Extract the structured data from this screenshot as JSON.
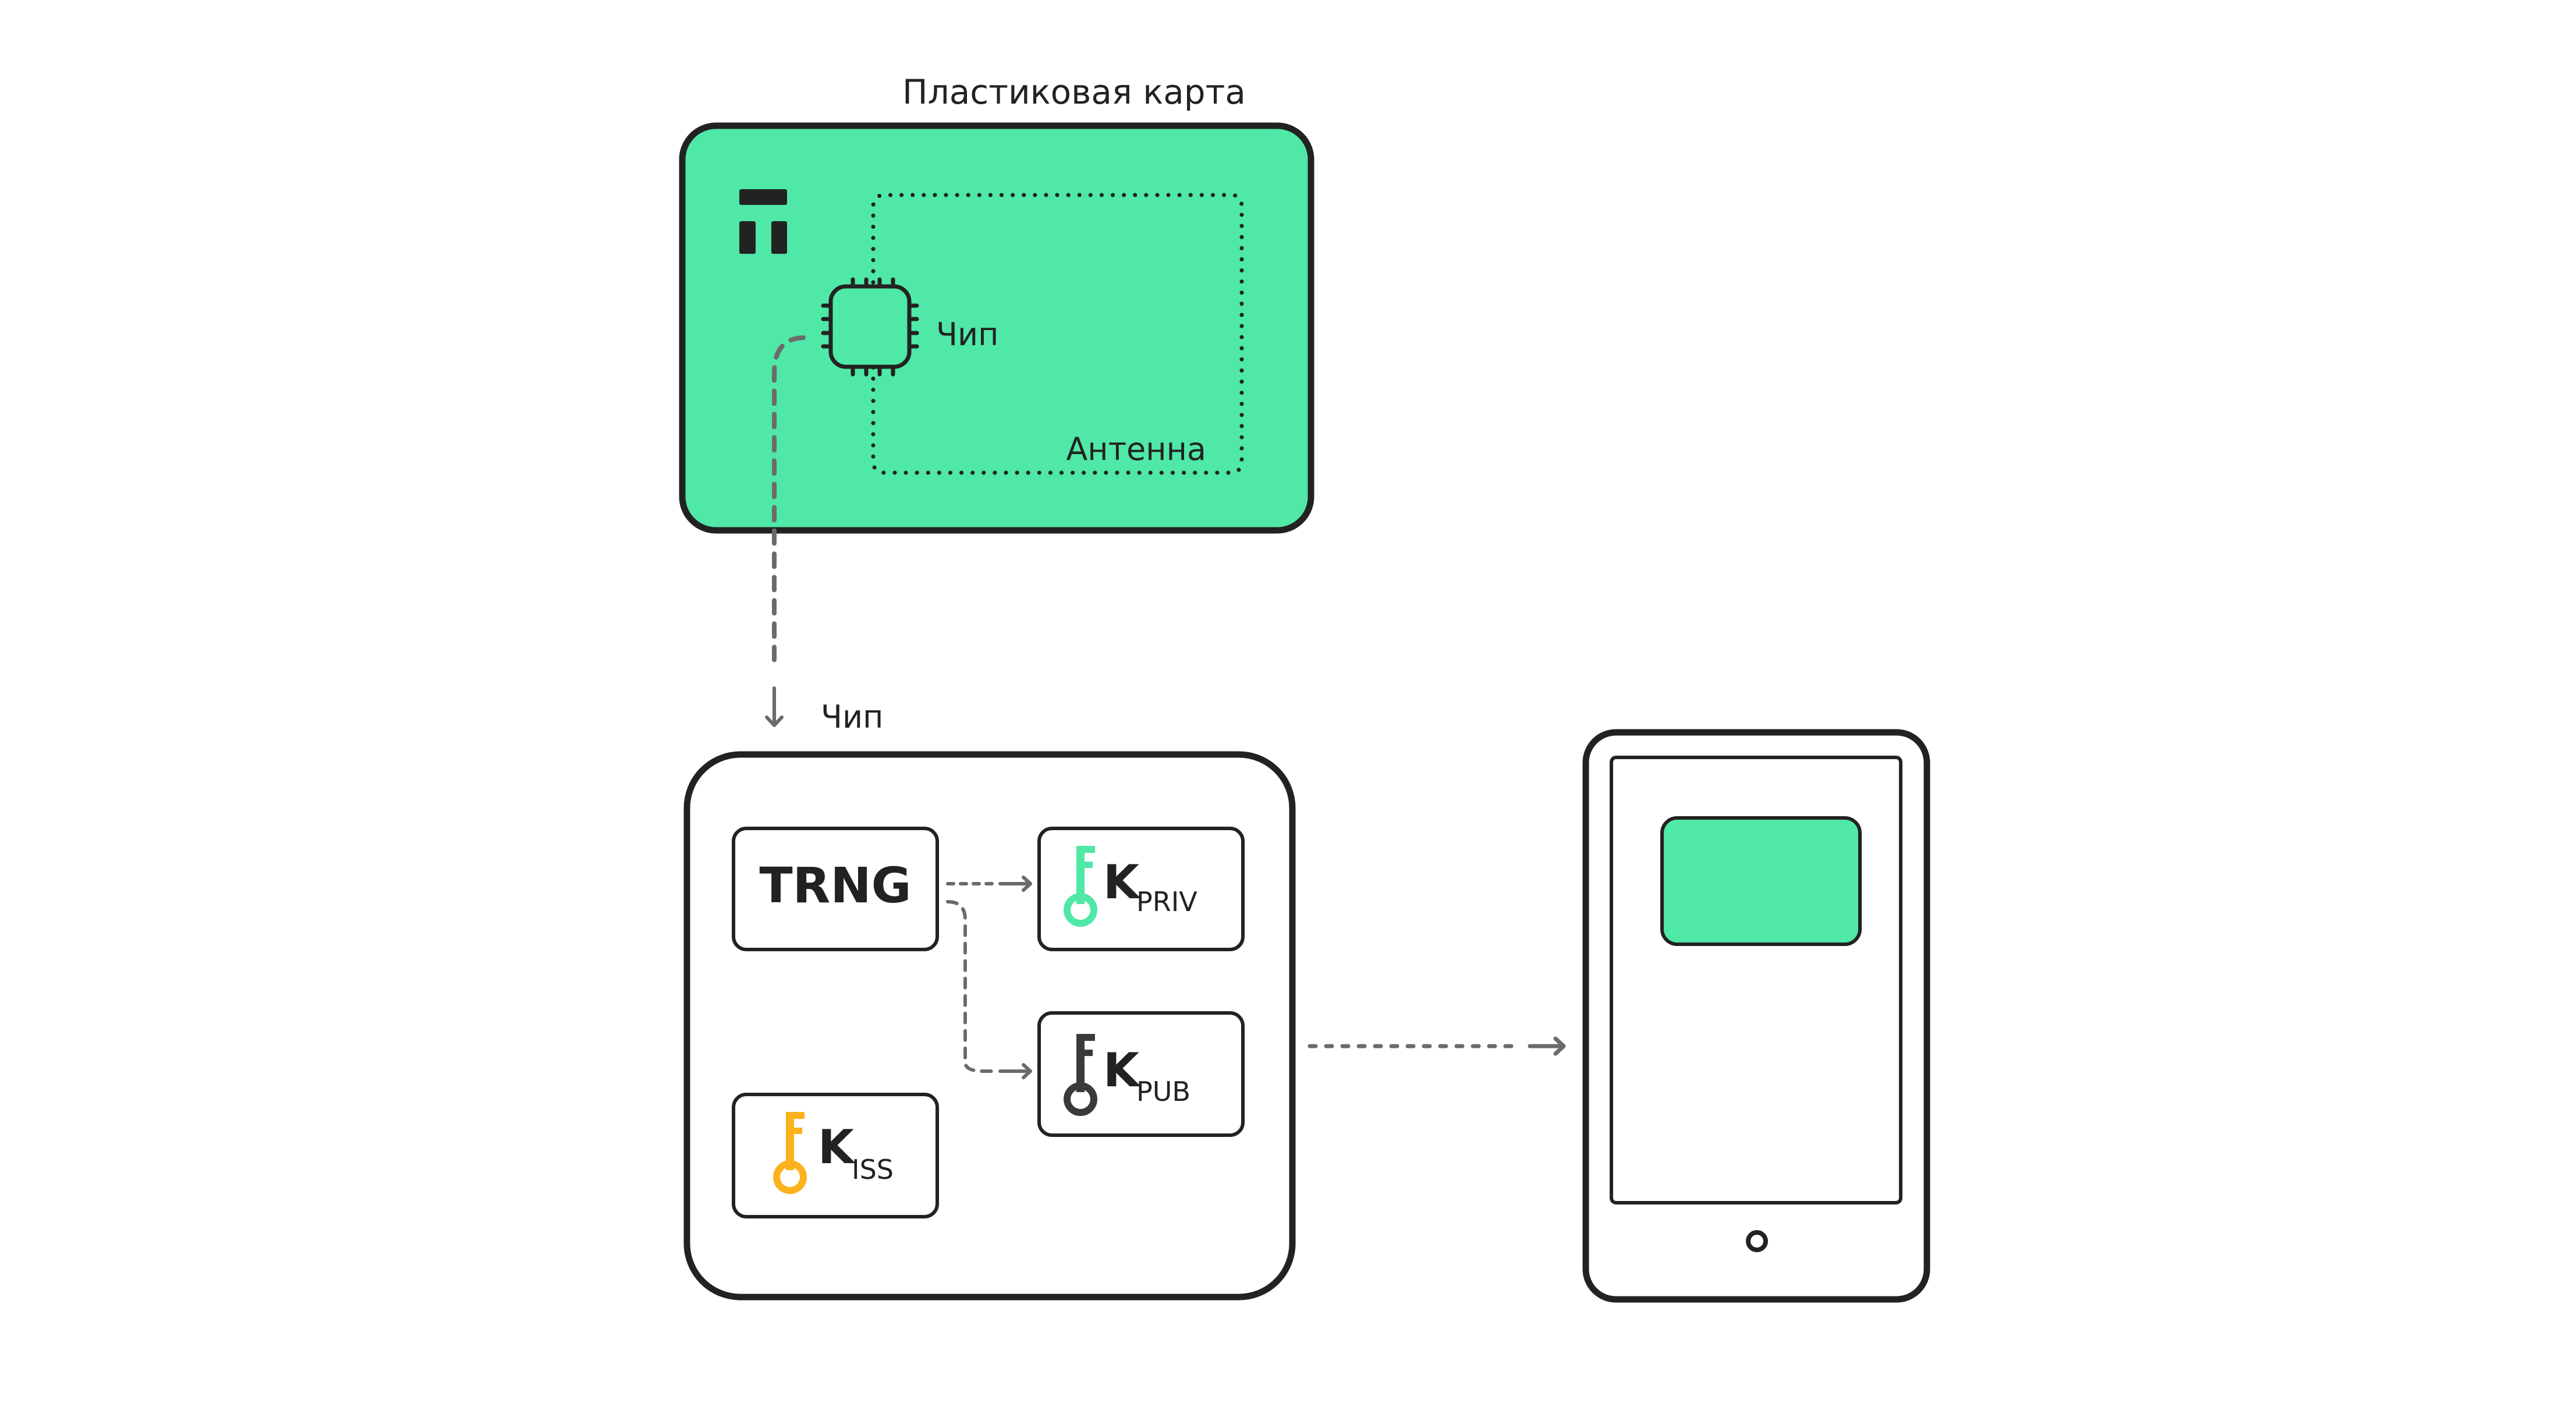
{
  "colors": {
    "card_green": "#4fe8a6",
    "stroke_dark": "#222222",
    "connector_gray": "#6b6b6b",
    "key_private": "#4fe8a6",
    "key_public": "#3a3a3a",
    "key_issuer": "#fbb21d",
    "background": "#ffffff"
  },
  "card": {
    "title": "Пластиковая карта",
    "chip_label": "Чип",
    "antenna_label": "Антенна",
    "logo_icon": "bank-logo-icon"
  },
  "chip_detail": {
    "title": "Чип",
    "trng_label": "TRNG",
    "keys": [
      {
        "id": "priv",
        "letter": "K",
        "subscript": "PRIV",
        "icon": "key-icon"
      },
      {
        "id": "pub",
        "letter": "K",
        "subscript": "PUB",
        "icon": "key-icon"
      },
      {
        "id": "iss",
        "letter": "K",
        "subscript": "ISS",
        "icon": "key-icon"
      }
    ]
  },
  "device": {
    "type": "tablet",
    "screen_content": "card-on-screen"
  }
}
